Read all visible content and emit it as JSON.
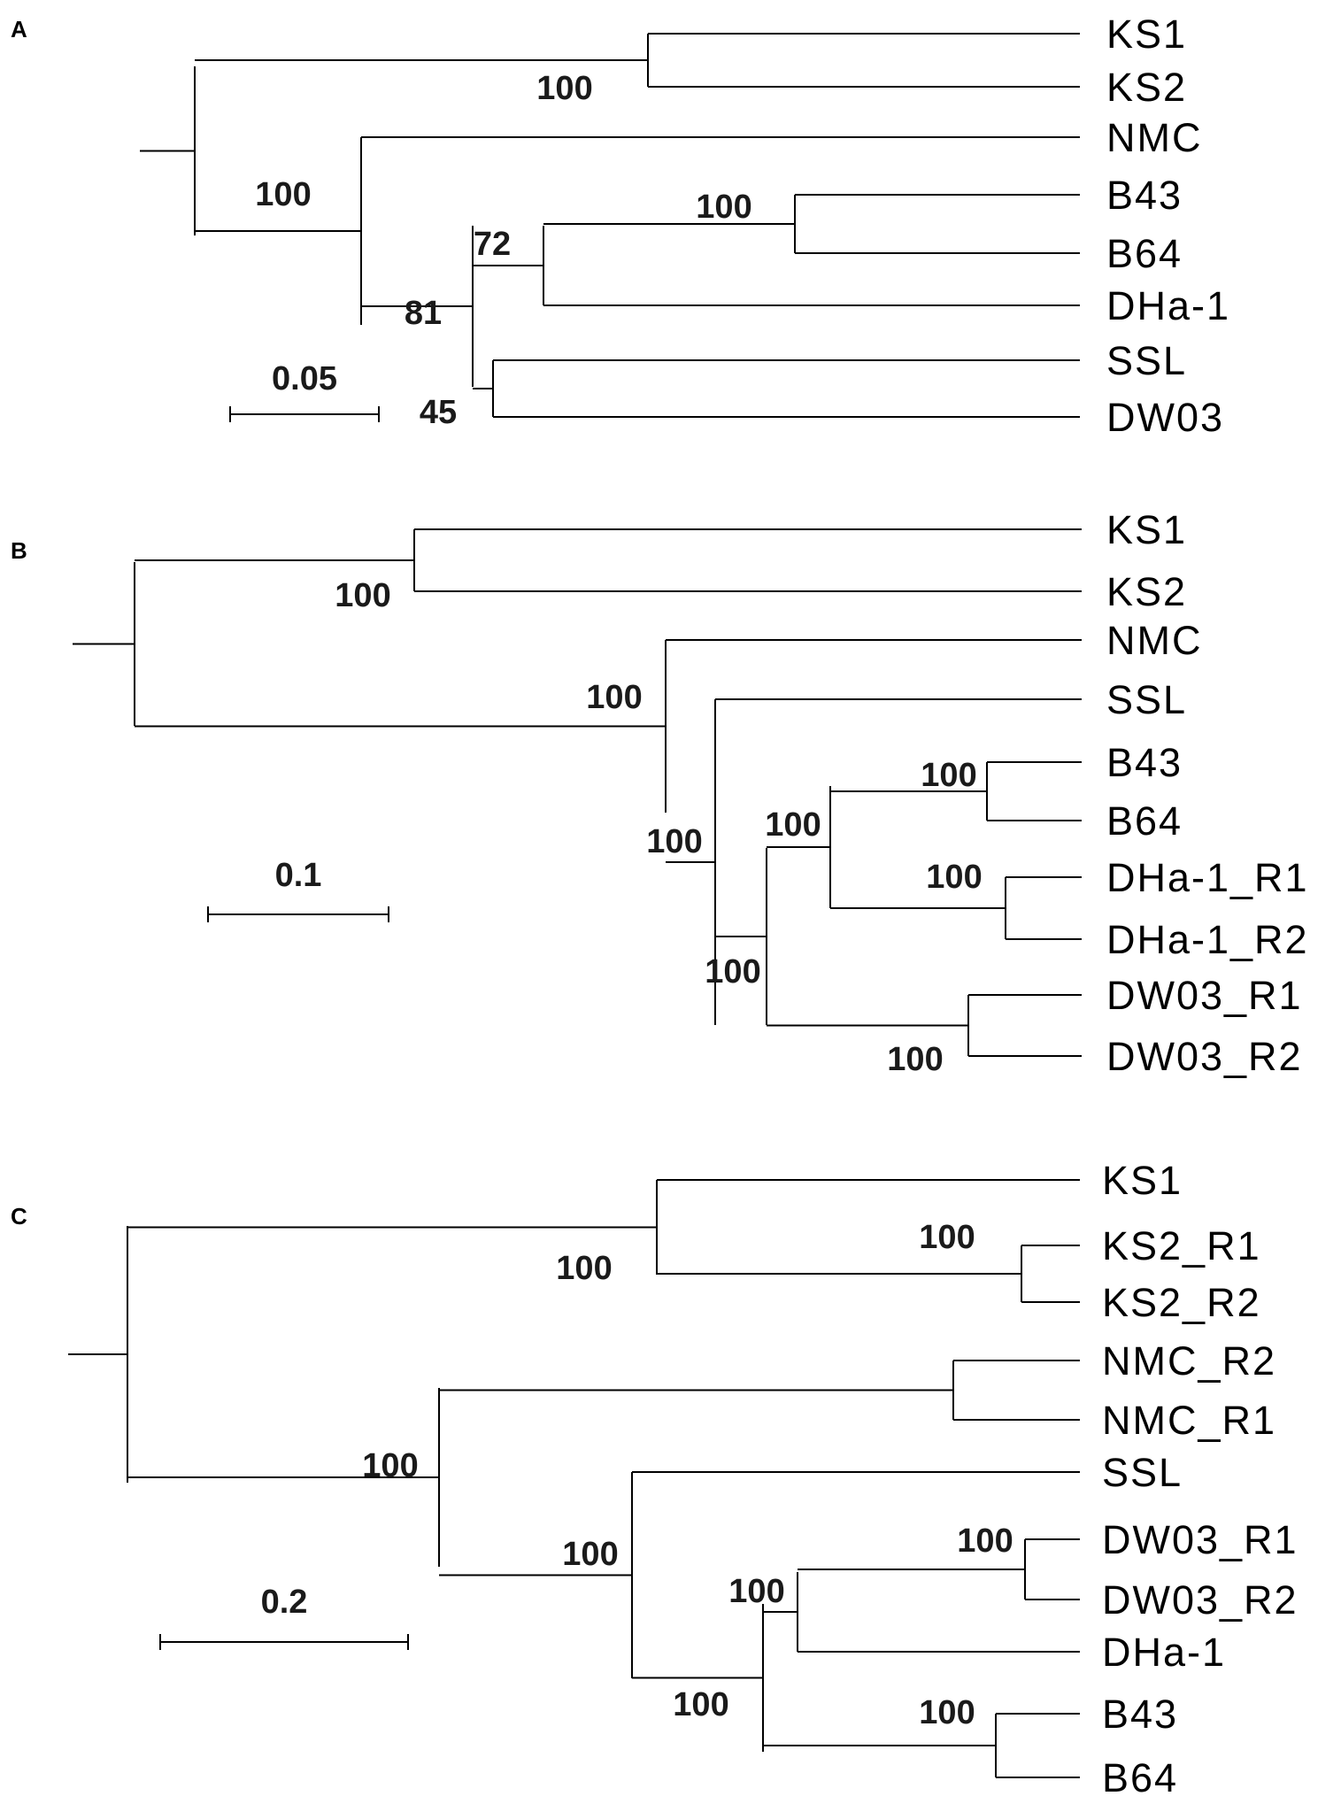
{
  "figure": {
    "panels": [
      {
        "id": "A",
        "letter": "A",
        "scale": "0.05",
        "tips": [
          "KS1",
          "KS2",
          "NMC",
          "B43",
          "B64",
          "DHa-1",
          "SSL",
          "DW03"
        ],
        "supports": [
          "100",
          "100",
          "100",
          "72",
          "81",
          "45"
        ]
      },
      {
        "id": "B",
        "letter": "B",
        "scale": "0.1",
        "tips": [
          "KS1",
          "KS2",
          "NMC",
          "SSL",
          "B43",
          "B64",
          "DHa-1_R1",
          "DHa-1_R2",
          "DW03_R1",
          "DW03_R2"
        ],
        "supports": [
          "100",
          "100",
          "100",
          "100",
          "100",
          "100",
          "100",
          "100"
        ]
      },
      {
        "id": "C",
        "letter": "C",
        "scale": "0.2",
        "tips": [
          "KS1",
          "KS2_R1",
          "KS2_R2",
          "NMC_R2",
          "NMC_R1",
          "SSL",
          "DW03_R1",
          "DW03_R2",
          "DHa-1",
          "B43",
          "B64"
        ],
        "supports": [
          "100",
          "100",
          "100",
          "100",
          "100",
          "100",
          "100",
          "100"
        ]
      }
    ]
  }
}
